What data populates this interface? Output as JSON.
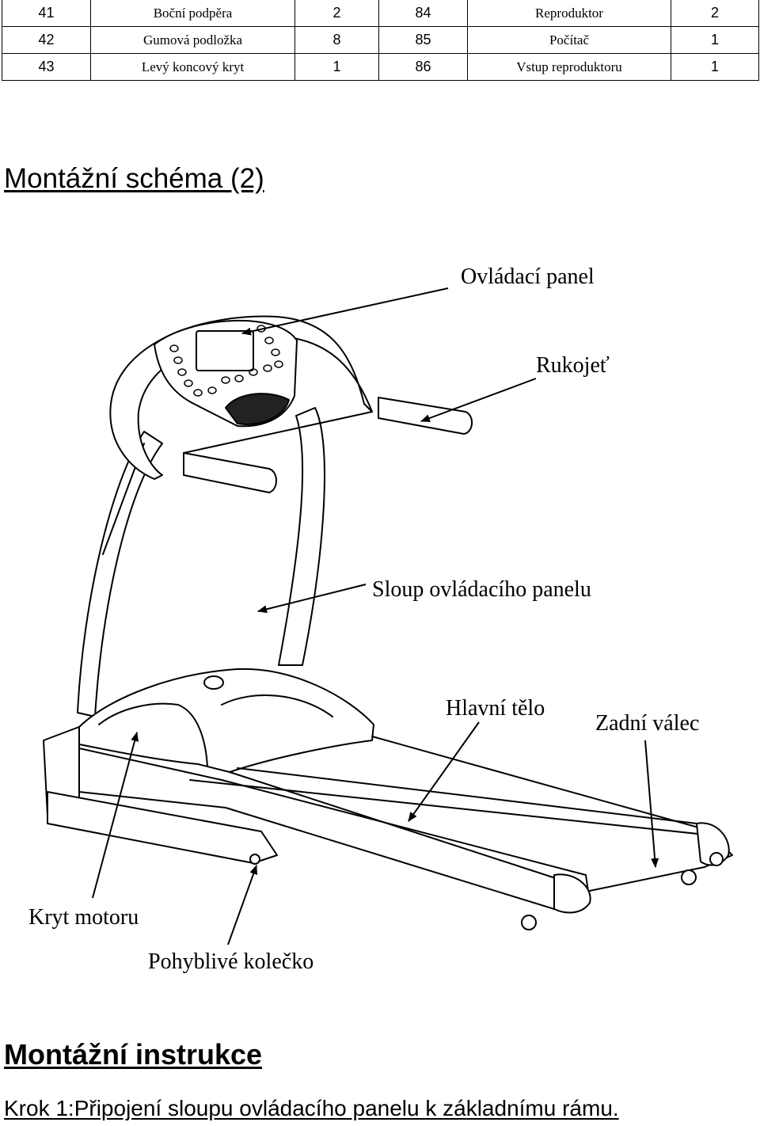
{
  "parts_table": {
    "rows": [
      {
        "left_no": "41",
        "left_name": "Boční podpěra",
        "left_qty": "2",
        "right_no": "84",
        "right_name": "Reproduktor",
        "right_qty": "2"
      },
      {
        "left_no": "42",
        "left_name": "Gumová podložka",
        "left_qty": "8",
        "right_no": "85",
        "right_name": "Počítač",
        "right_qty": "1"
      },
      {
        "left_no": "43",
        "left_name": "Levý koncový kryt",
        "left_qty": "1",
        "right_no": "86",
        "right_name": "Vstup reproduktoru",
        "right_qty": "1"
      }
    ]
  },
  "section_heading": "Montážní schéma (2)",
  "diagram": {
    "labels": {
      "control_panel": "Ovládací panel",
      "handle": "Rukojeť",
      "panel_column": "Sloup ovládacího panelu",
      "main_body": "Hlavní tělo",
      "rear_roller": "Zadní válec",
      "motor_cover": "Kryt motoru",
      "caster_wheel": "Pohyblivé kolečko"
    }
  },
  "instructions": {
    "heading": "Montážní instrukce",
    "step1": "Krok 1:Připojení sloupu ovládacího panelu k základnímu rámu."
  }
}
